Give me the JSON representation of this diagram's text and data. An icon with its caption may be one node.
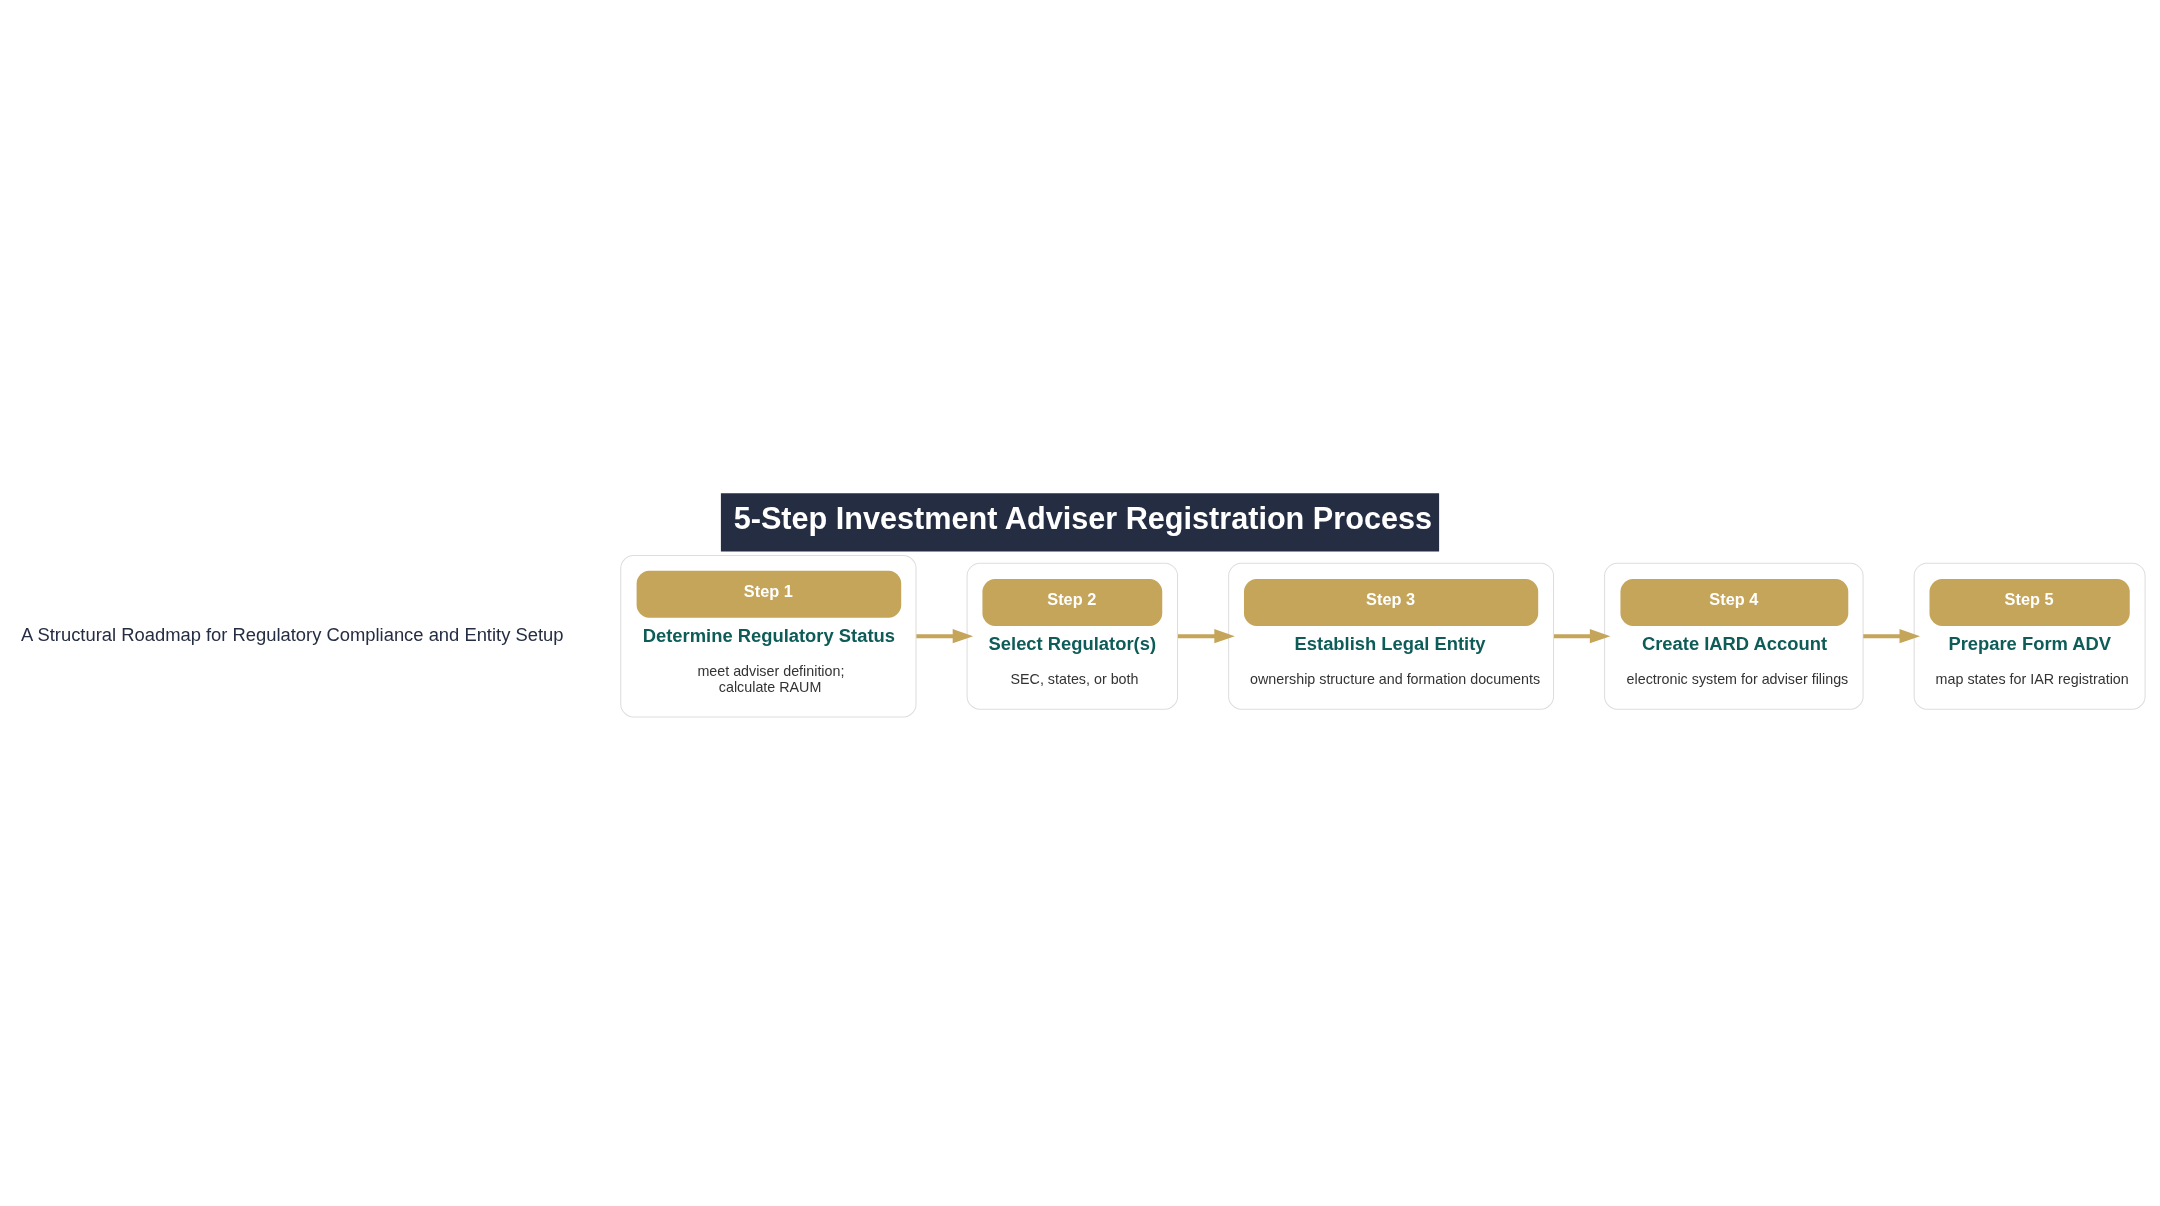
{
  "diagram": {
    "title": "5-Step Investment Adviser Registration Process",
    "nodes": [
      {
        "text": [
          "Step 1",
          "Determine Regulatory Status",
          "meet adviser definition; calculate RAUM"
        ]
      },
      {
        "text": [
          "Step 2",
          "Select Regulator(s)",
          "SEC, states, or both"
        ]
      },
      {
        "text": [
          "Step 3",
          "Establish Legal Entity",
          "ownership structure and formation documents"
        ]
      },
      {
        "text": [
          "Step 4",
          "Create IARD Account",
          "electronic system for adviser filings"
        ]
      },
      {
        "text": [
          "Step 5",
          "Prepare Form ADV",
          "map states for IAR registration"
        ]
      }
    ],
    "edges": [
      {
        "from": 0,
        "to": 1,
        "arrow": "to"
      },
      {
        "from": 1,
        "to": 2,
        "arrow": "to"
      },
      {
        "from": 2,
        "to": 3,
        "arrow": "to"
      },
      {
        "from": 3,
        "to": 4,
        "arrow": "to"
      }
    ],
    "labels": [
      "A Structural Roadmap for Regulatory Compliance and Entity Setup"
    ]
  }
}
